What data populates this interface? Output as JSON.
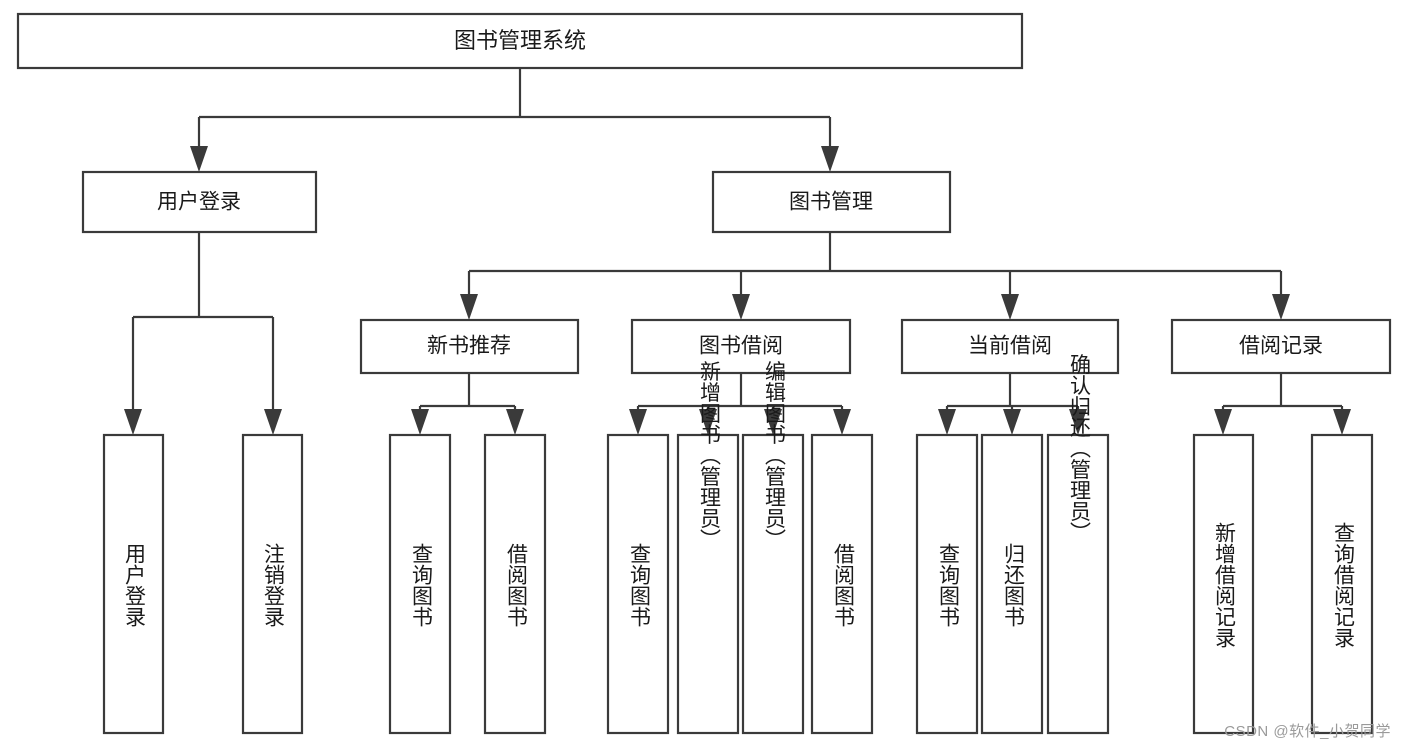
{
  "diagram": {
    "title": "图书管理系统",
    "type": "tree",
    "watermark": "CSDN @软件_小贺同学",
    "colors": {
      "stroke": "#3a3a3a",
      "fill": "#ffffff",
      "text": "#1a1a1a",
      "watermark": "#9a9a9a",
      "background": "#ffffff"
    }
  },
  "nodes": {
    "root": {
      "label": "图书管理系统"
    },
    "level2": [
      {
        "label": "用户登录"
      },
      {
        "label": "图书管理"
      }
    ],
    "level3": [
      {
        "label": "新书推荐"
      },
      {
        "label": "图书借阅"
      },
      {
        "label": "当前借阅"
      },
      {
        "label": "借阅记录"
      }
    ],
    "leaves": {
      "user_login": [
        {
          "label": "用户登录"
        },
        {
          "label": "注销登录"
        }
      ],
      "new_book_recommend": [
        {
          "label": "查询图书"
        },
        {
          "label": "借阅图书"
        }
      ],
      "book_borrow": [
        {
          "label": "查询图书"
        },
        {
          "label": "新增图书（管理员）"
        },
        {
          "label": "编辑图书（管理员）"
        },
        {
          "label": "借阅图书"
        }
      ],
      "current_borrow": [
        {
          "label": "查询图书"
        },
        {
          "label": "归还图书"
        },
        {
          "label": "确认归还（管理员）"
        }
      ],
      "borrow_record": [
        {
          "label": "新增借阅记录"
        },
        {
          "label": "查询借阅记录"
        }
      ]
    }
  }
}
